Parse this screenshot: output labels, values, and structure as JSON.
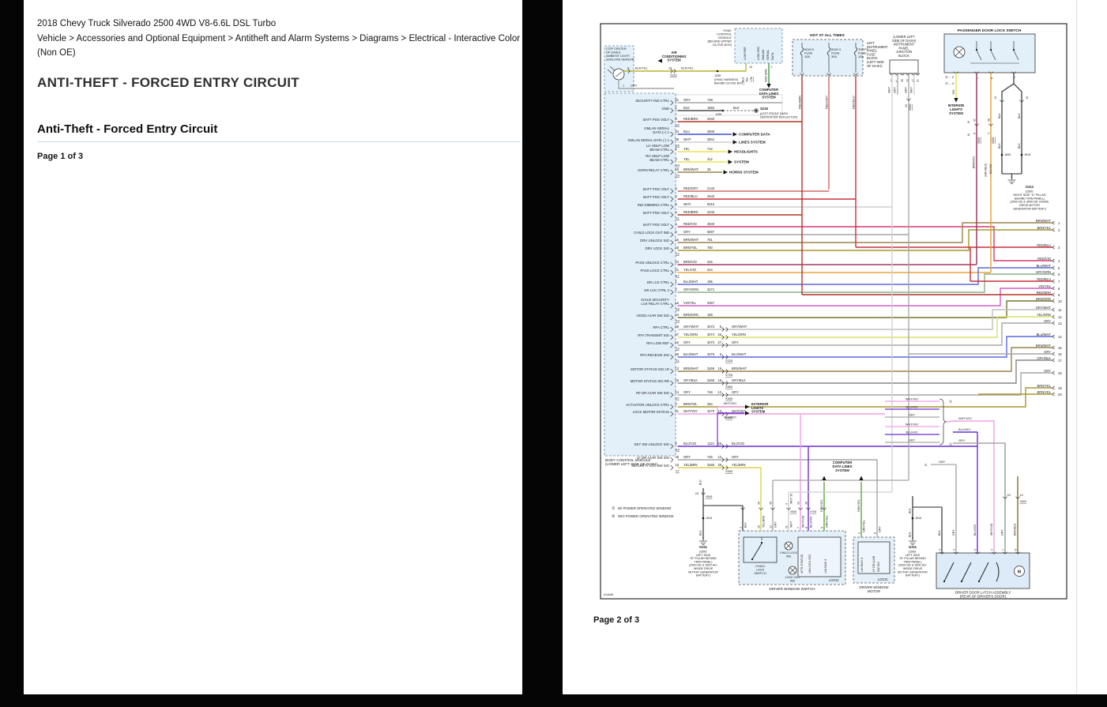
{
  "page1": {
    "title": "2018 Chevy Truck Silverado 2500 4WD V8-6.6L DSL Turbo",
    "breadcrumb": "Vehicle > Accessories and Optional Equipment > Antitheft and Alarm Systems > Diagrams > Electrical - Interactive Color (Non OE)",
    "heading": "ANTI-THEFT - FORCED ENTRY CIRCUIT",
    "subheading": "Anti-Theft - Forced Entry Circuit",
    "page_label": "Page 1 of 3"
  },
  "page2": {
    "page_label": "Page 2 of 3",
    "diagram": {
      "diagram_id": "614681",
      "wire_colors": {
        "GRY": "#a6a6a6",
        "BLK": "#4d4d4d",
        "WHT": "#cfcfcf",
        "BLU": "#3d4fd1",
        "BLU/WHT": "#5a6ade",
        "BLU/VIO": "#6a2fd6",
        "VIO/YEL": "#d45bc8",
        "WHT/VIO": "#efa0e6",
        "YEL": "#efe04e",
        "YEL/VIO": "#eaa43c",
        "YEL/GRN": "#d8e06a",
        "YEL/BRN": "#e0cf4a",
        "RED/BRN": "#b23327",
        "RED/GRY": "#cf6a60",
        "RED/BLU": "#c9303d",
        "RED/VIO": "#d23a74",
        "BRN/WHT": "#99834a",
        "BRN/YEL": "#a59630",
        "BRN/VIO": "#a03a60",
        "BRN/GRN": "#74742e",
        "BRN/BLK": "#8a6b2f",
        "GRY/GRN": "#8caf8c",
        "GRY/WHT": "#bfbfbf",
        "GRY/BLK": "#878787",
        "GRN/YEL": "#5ea53c",
        "GRN": "#3f9e3f",
        "BLK/YEL": "#b5b52a"
      },
      "legend": [
        {
          "sym": "①",
          "label": "W/ POWER OPERATED WINDOW"
        },
        {
          "sym": "②",
          "label": "W/O POWER OPERATED WINDOW"
        }
      ],
      "sunload": {
        "location": "(TOP CENTER|OF DASH)",
        "name": "AMBIENT LIGHT/|SUNLOAD SENSOR",
        "pin_a": "6",
        "wire_a": "BLK/YEL",
        "pin_a2": "10",
        "conn_a": "X215",
        "wire_a2": "BLK/YEL",
        "pin_b": "1",
        "wire_b": "GRY"
      },
      "ac_system": "AIR|CONDITIONING|SYSTEM",
      "j255": {
        "name": "J255",
        "note": "(HVAC HARNESS,|BEHIND GLOVE BOX)"
      },
      "hvac": {
        "name": "HVAC|CONTROL|MODULE|(BEHIND UPPER|GLOVE BOX)",
        "pin1": "LOW REF",
        "pin2": "LOW SPD|GMLAN|SERIAL|DATA",
        "wire1a": "BLK",
        "wire1b": "YEL",
        "wire1_pin": "16",
        "harness": "17M",
        "wire2": "5060 GRN",
        "wire2_pin": "2"
      },
      "computer_sys": "COMPUTER|DATA LINES|SYSTEM",
      "fuse_block": {
        "title": "HOT AT ALL TIMES",
        "label": "LEFT|INSTRUMENT|PANEL|FUSE|BLOCK|(LEFT SIDE|OF DASH)",
        "fuses": [
          {
            "name": "BCM 5|FUSE|10A",
            "wire": "RED/BRN"
          },
          {
            "name": "BCM 3|FUSE|30A",
            "wire": "RED/GRY"
          },
          {
            "name": "THEFT|FUSE|10A",
            "wire": "RED/BLU"
          }
        ]
      },
      "junction_block": {
        "label": "(LOWER LEFT|SIDE OF DASH)|INSTRUMENT|PANEL|JUNCTION|BLOCK",
        "pins": [
          "34",
          "6",
          "35",
          "25",
          "47",
          "21"
        ],
        "wires": [
          "WHT",
          "GRY",
          "GRY",
          "WHT"
        ],
        "conn": "X500",
        "conn_pin": "32"
      },
      "pass_switch": {
        "name": "PASSENGER DOOR LOCK SWITCH",
        "opt1_pin": "①→ 2",
        "opt2_pin": "②→ 4",
        "wire_lamp": "YEL",
        "interior_sys": "INTERIOR|LIGHTS|SYSTEM",
        "pin_c": "7",
        "wire_c": "BRN/VIO",
        "pin_d": "6",
        "wire_d_alt1": "(GRY/BLK)",
        "wire_d_alt2": "YEL/VIO",
        "pin_e": "1",
        "wire_e": "BLK",
        "tick_c": "47",
        "tick_c2": "5",
        "tick_d": "48",
        "tick_d2": "4",
        "conn_c": "X605",
        "conn_d": "X606",
        "splice_l": "J605",
        "splice_r": "J615"
      },
      "g312": {
        "name": "G312",
        "note": "(1500:|RIGHT SIDE \"D\" PILLAR|BEHIND TRIM PANEL)|(2500 HD & 3500 HD: INSIDE|DRIVE MOTOR|GENERATOR BATTERY)"
      },
      "exterior_sys": "EXTERIOR|LIGHTS|SYSTEM",
      "bundle": {
        "wires": [
          "WHT/VIO",
          "BLU/VIO",
          "GRY"
        ]
      },
      "bcm": {
        "label": "BODY CONTROL MODULE|(LOWER LEFT SIDE OF DASH)",
        "pins": [
          {
            "name": "SECURITY IND CTRL",
            "pin": "21",
            "color": "GRY",
            "circuit": "738"
          },
          {
            "name": "GND",
            "pin": "1",
            "color": "BLK",
            "circuit": "1850",
            "tail": "BLK",
            "splice": "S218",
            "splice_note": "(LEFT FRONT DASH|DEFROSTER DEFLECTOR)",
            "j": "J255"
          },
          {
            "name": "BATT POS VOLT",
            "pin": "3",
            "color": "RED/BRN",
            "circuit": "2940",
            "conn": "X2"
          },
          {
            "name": "GMLAN SERIAL|DATA (+) 1",
            "pin": "24",
            "color": "BLU",
            "circuit": "2500",
            "arrow": "COMPUTER DATA"
          },
          {
            "name": "GMLAN SERIAL DATA (-) 1",
            "pin": "25",
            "color": "WHT",
            "circuit": "2501",
            "conn": "X5",
            "arrow": "LINES SYSTEM"
          },
          {
            "name": "LH HDLP LOW|BEAM CTRL",
            "pin": "1",
            "color": "YEL",
            "circuit": "712",
            "arrow": "HEADLIGHTS"
          },
          {
            "name": "RH HDLP LOW|BEAM CTRL",
            "pin": "2",
            "color": "YEL",
            "circuit": "312",
            "conn": "X4",
            "arrow": "SYSTEM"
          },
          {
            "name": "HORN RELAY CTRL",
            "pin": "19",
            "color": "BRN/WHT",
            "circuit": "28",
            "conn": "X5",
            "arrow": "HORNS SYSTEM"
          },
          {
            "name": "BATT POS VOLT",
            "pin": "3",
            "color": "RED/GRY",
            "circuit": "2140"
          },
          {
            "name": "BATT POS VOLT",
            "pin": "2",
            "color": "RED/BLU",
            "circuit": "2540"
          },
          {
            "name": "IND DIMMING CTRL",
            "pin": "5",
            "color": "WHT",
            "circuit": "6816"
          },
          {
            "name": "BATT POS VOLT",
            "pin": "4",
            "color": "RED/BRN",
            "circuit": "2240",
            "conn": "X1"
          },
          {
            "name": "BATT POS VOLT",
            "pin": "4",
            "color": "RED/VIO",
            "circuit": "4840"
          },
          {
            "name": "CHILD LOCK OUT IND",
            "pin": "6",
            "color": "GRY",
            "circuit": "5697"
          },
          {
            "name": "DRV UNLOCK SIG",
            "pin": "15",
            "color": "BRN/WHT",
            "circuit": "781"
          },
          {
            "name": "DRV LOCK SIG",
            "pin": "19",
            "color": "BRN/YEL",
            "circuit": "780",
            "conn": "X2"
          },
          {
            "name": "PASS UNLOCK CTRL",
            "pin": "24",
            "color": "BRN/VIO",
            "circuit": "245"
          },
          {
            "name": "PASS LOCK CTRL",
            "pin": "21",
            "color": "YEL/VIO",
            "circuit": "244",
            "conn": "X7"
          },
          {
            "name": "DR LCK CTRL",
            "pin": "1",
            "color": "BLU/WHT",
            "circuit": "195"
          },
          {
            "name": "DR LCK CTRL 2",
            "pin": "2",
            "color": "GRY/GRN",
            "circuit": "3271"
          },
          {
            "name": "CHILD SECURITY|LCK RELAY CTRL",
            "pin": "16",
            "color": "VIO/YEL",
            "circuit": "3367",
            "conn": "X6"
          },
          {
            "name": "HOOD AJAR SW SIG",
            "pin": "24",
            "color": "BRN/GRN",
            "circuit": "189",
            "conn": "X4"
          },
          {
            "name": "RFA CTRL",
            "pin": "25",
            "color": "GRY/WHT",
            "circuit": "3072",
            "pin2": "5",
            "color2": "GRY/WHT"
          },
          {
            "name": "RFA TRANSMIT SIG",
            "pin": "27",
            "color": "YEL/GRN",
            "circuit": "3074",
            "pin2": "26",
            "color2": "YEL/GRN"
          },
          {
            "name": "RFA LOW REF",
            "pin": "16",
            "color": "GRY",
            "circuit": "3073",
            "conn": "X2",
            "pin2": "27",
            "color2": "GRY"
          },
          {
            "name": "RFA RECEIVE SIG",
            "pin": "26",
            "color": "BLU/WHT",
            "circuit": "3075",
            "conn": "X1",
            "pin2": "6",
            "color2": "BLU/WHT",
            "splice2": "X225"
          },
          {
            "name": "MOTOR STATUS SIG LR",
            "pin": "13",
            "color": "BRN/WHT",
            "circuit": "3269",
            "pin2": "19",
            "color2": "BRN/WHT",
            "splice2": "X705"
          },
          {
            "name": "MOTOR STATUS SIG RR",
            "pin": "18",
            "color": "GRY/BLK",
            "circuit": "3268",
            "pin2": "19",
            "color2": "GRY/BLK",
            "splice2": "X805"
          },
          {
            "name": "RF DR AJAR SW SIG",
            "pin": "14",
            "color": "GRY",
            "circuit": "746",
            "conn": "X7",
            "pin2": "12",
            "color2": "GRY",
            "splice2": "X605"
          },
          {
            "name": "ACTUATOR UNLOCK CTRL",
            "pin": "4",
            "color": "BRN/YEL",
            "circuit": "294"
          },
          {
            "name": "LOCK MOTOR STATUS",
            "pin": "21",
            "color": "WHT/VIO",
            "circuit": "3270",
            "pin2": "13",
            "color2": "WHT/VIO",
            "splice2": "X505"
          },
          {
            "name": "KEY SW UNLOCK SIG",
            "pin": "6",
            "color": "BLU/VIO",
            "circuit": "1124",
            "conn": "X9",
            "pin2": "26",
            "color2": "BLU/VIO"
          },
          {
            "name": "LF DR AJAR SW SIG",
            "pin": "25",
            "color": "GRY",
            "circuit": "745",
            "pin2": "12",
            "color2": "GRY"
          },
          {
            "name": "SECURITY LCK SW SIG",
            "pin": "15",
            "color": "YEL/BRN",
            "circuit": "3265",
            "conn": "X7",
            "pin2": "25",
            "color2": "YEL/BRN",
            "splice2": "X505"
          }
        ]
      },
      "edge_wires": [
        {
          "n": "1",
          "color": "BRN/WHT"
        },
        {
          "n": "2",
          "color": "BRN/YEL"
        },
        {
          "n": "3",
          "color": "RED/BLU"
        },
        {
          "n": "4",
          "color": "RED/VIO"
        },
        {
          "n": "5",
          "color": "BLU/WHT"
        },
        {
          "n": "6",
          "color": "GRY/GRN"
        },
        {
          "n": "7",
          "color": "RED/BLU"
        },
        {
          "n": "8",
          "color": "VIO/YEL"
        },
        {
          "n": "9",
          "color": "RED/BRN"
        },
        {
          "n": "10",
          "color": "BRN/GRN"
        },
        {
          "n": "11",
          "color": "GRY/WHT"
        },
        {
          "n": "12",
          "color": "YEL/GRN"
        },
        {
          "n": "13",
          "color": "GRY"
        },
        {
          "n": "14",
          "color": "BLU/WHT"
        },
        {
          "n": "15",
          "color": "BRN/WHT"
        },
        {
          "n": "16",
          "color": "GRY"
        },
        {
          "n": "17",
          "color": "GRY/BLK"
        },
        {
          "n": "18",
          "color": "GRY"
        },
        {
          "n": "19",
          "color": "BRN/YEL"
        },
        {
          "n": "20",
          "color": "BRN/YEL"
        }
      ],
      "g311": {
        "name": "G311",
        "note": "(1500:|LEFT SIDE|\"B\" PILLAR BEHIND|TRIM PANEL)|(2500 HD & 3500 HD:|INSIDE DRIVE|MOTOR GENERATOR|BATTERY)",
        "splice": "J515",
        "pin": "23",
        "conn": "X505"
      },
      "window_switch": {
        "name": "DRIVER WINDOW SWITCH",
        "child_switch": "CHILD|LOCK|SWITCH",
        "child_ind": "CHILD LOCK|IND",
        "lockout_ind": "LOCK OUT|IND",
        "logic": "LOGIC",
        "logic_pins": [
          "MTR STATUS",
          "UNLOCK SIG",
          "LIN BUS 3"
        ],
        "cols": [
          {
            "pin": "1",
            "color": "BLK"
          },
          {
            "pin": "10",
            "color": "YEL/BRN",
            "upper": "40"
          },
          {
            "pin": "12",
            "color": "GRY",
            "upper": "45"
          },
          {
            "pin": "11",
            "color": "WHT",
            "upper": "3",
            "conn": "X500",
            "upper_color": "WHT 16"
          },
          {
            "pin": "7",
            "color": "WHT/VIO",
            "upper": "41"
          },
          {
            "pin": "8",
            "color": "BLU/VIO",
            "upper": "46",
            "conn": "X705"
          },
          {
            "pin": "5",
            "color": "GRN/YEL"
          }
        ]
      },
      "window_motor": {
        "name": "DRIVER WINDOW|MOTOR",
        "logic": "LOGIC",
        "pins": [
          {
            "pin": "4",
            "color": "GRN/YEL",
            "label": "LIN BUS 3"
          },
          {
            "pin": "6",
            "color": "GRY",
            "label1": "LF DR AJAR",
            "label2": "SW SIG"
          }
        ]
      },
      "latch": {
        "name": "DRIVER DOOR LATCH ASSEMBLY|(REAR OF DRIVER'S DOOR)",
        "motor": "M",
        "pins": [
          {
            "pin": "3",
            "color": "BLK"
          },
          {
            "pin": "1",
            "color": "GRY"
          },
          {
            "pin": "5",
            "color": "BLU/VIO"
          },
          {
            "pin": "4",
            "color": "WHT/VIO"
          },
          {
            "pin": "7",
            "color": "GRY"
          },
          {
            "pin": "8",
            "color": "BRN/BLK"
          }
        ],
        "upper": [
          {
            "pin": "20",
            "color": "GRY"
          },
          {
            "pin": "19",
            "color": "BRN/BLK",
            "conn": "X600"
          }
        ]
      }
    }
  }
}
